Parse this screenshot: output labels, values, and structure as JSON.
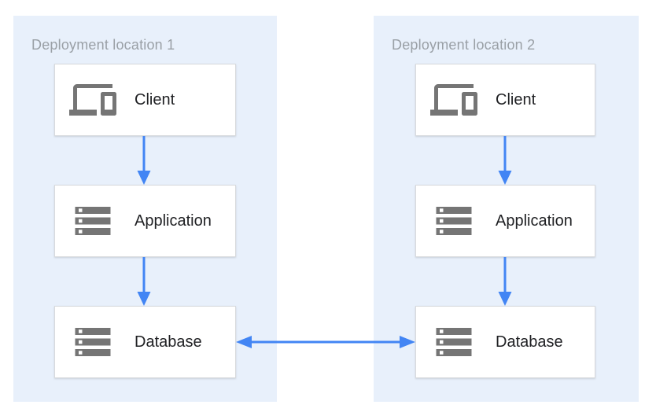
{
  "colors": {
    "accent_blue": "#4285F4",
    "container_bg": "#E8F0FB",
    "box_border": "#D8DADD",
    "icon_gray": "#757575",
    "title_gray": "#9AA0A6",
    "label_dark": "#202124",
    "canvas_bg": "#FFFFFF"
  },
  "locations": [
    {
      "title": "Deployment location 1",
      "nodes": [
        {
          "label": "Client",
          "icon": "devices-icon"
        },
        {
          "label": "Application",
          "icon": "storage-icon"
        },
        {
          "label": "Database",
          "icon": "storage-icon"
        }
      ]
    },
    {
      "title": "Deployment location 2",
      "nodes": [
        {
          "label": "Client",
          "icon": "devices-icon"
        },
        {
          "label": "Application",
          "icon": "storage-icon"
        },
        {
          "label": "Database",
          "icon": "storage-icon"
        }
      ]
    }
  ],
  "connections": [
    {
      "from": "Client",
      "to": "Application",
      "location": "Deployment location 1",
      "direction": "down"
    },
    {
      "from": "Application",
      "to": "Database",
      "location": "Deployment location 1",
      "direction": "down"
    },
    {
      "from": "Client",
      "to": "Application",
      "location": "Deployment location 2",
      "direction": "down"
    },
    {
      "from": "Application",
      "to": "Database",
      "location": "Deployment location 2",
      "direction": "down"
    },
    {
      "from": "Database (location 1)",
      "to": "Database (location 2)",
      "direction": "bidirectional"
    }
  ]
}
